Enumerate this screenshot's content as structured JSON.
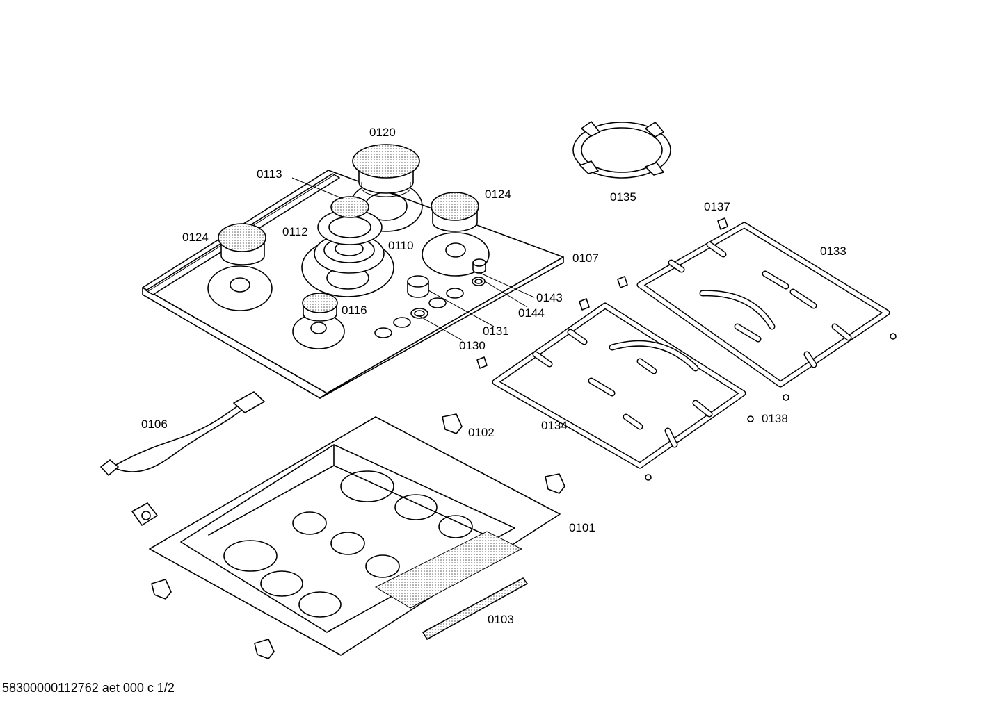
{
  "labels": {
    "p0120": "0120",
    "p0113": "0113",
    "p0124a": "0124",
    "p0124b": "0124",
    "p0112": "0112",
    "p0110": "0110",
    "p0107": "0107",
    "p0116": "0116",
    "p0143": "0143",
    "p0144": "0144",
    "p0131": "0131",
    "p0130": "0130",
    "p0135": "0135",
    "p0137": "0137",
    "p0133": "0133",
    "p0134": "0134",
    "p0138": "0138",
    "p0106": "0106",
    "p0102": "0102",
    "p0101": "0101",
    "p0103": "0103"
  },
  "footer": {
    "code": "58300000112762 aet 000 c 1/2"
  }
}
